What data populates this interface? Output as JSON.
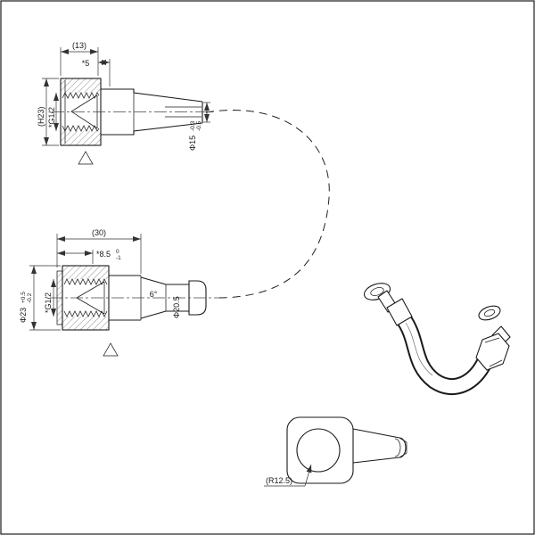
{
  "page": {
    "background": "#ffffff",
    "line_color": "#1a1a1a"
  },
  "drawing": {
    "top_view": {
      "dim_width": "(13)",
      "dim_tip_length": "*5",
      "dim_height": "(H23)",
      "thread_label": "*G1/2",
      "tip_diameter": "Φ15",
      "tip_tol_upper": "-0.3",
      "tip_tol_lower": "-0.5"
    },
    "side_view": {
      "dim_length": "(30)",
      "dim_thread_depth": "*8.5",
      "thread_depth_tol_upper": "0",
      "thread_depth_tol_lower": "-1",
      "nut_diameter": "Φ23",
      "nut_tol_upper": "+0.5",
      "nut_tol_lower": "-0.2",
      "thread_label": "*G1/2",
      "taper_angle": "6°",
      "body_diameter": "Φ20.5"
    },
    "elbow_view": {
      "radius_label": "(R12.5)"
    }
  }
}
